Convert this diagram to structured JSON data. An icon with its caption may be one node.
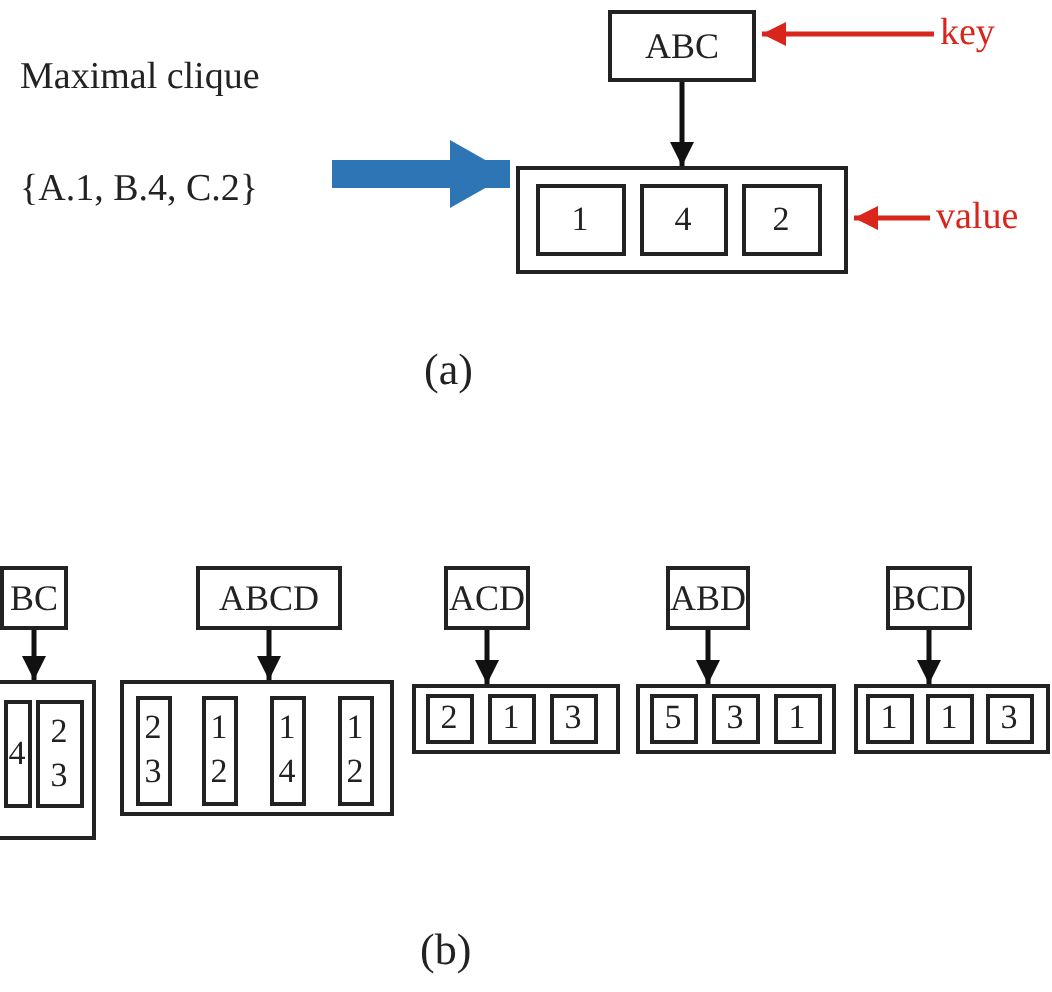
{
  "diagram": {
    "nodes": [
      {
        "text": [
          "Maximal clique",
          "{A.1, B.4, C.2}"
        ]
      },
      {
        "text": [
          "ABC"
        ]
      },
      {
        "text": [],
        "shape": "box"
      },
      {
        "text": [
          "1"
        ],
        "in": 2
      },
      {
        "text": [
          "4"
        ],
        "in": 2
      },
      {
        "text": [
          "2"
        ],
        "in": 2
      },
      {
        "text": [
          "key"
        ]
      },
      {
        "text": [
          "value"
        ]
      },
      {
        "text": [
          "BC"
        ]
      },
      {
        "text": [],
        "shape": "box"
      },
      {
        "text": [
          "4"
        ],
        "in": 9
      },
      {
        "text": [
          "2 3"
        ],
        "in": 9
      },
      {
        "text": [
          "ABCD"
        ]
      },
      {
        "text": [],
        "shape": "box"
      },
      {
        "text": [
          "2 3"
        ],
        "in": 13
      },
      {
        "text": [
          "1 2"
        ],
        "in": 13
      },
      {
        "text": [
          "1 4"
        ],
        "in": 13
      },
      {
        "text": [
          "1 2"
        ],
        "in": 13
      },
      {
        "text": [
          "ACD"
        ]
      },
      {
        "text": [],
        "shape": "box"
      },
      {
        "text": [
          "2"
        ],
        "in": 19
      },
      {
        "text": [
          "1"
        ],
        "in": 19
      },
      {
        "text": [
          "3"
        ],
        "in": 19
      },
      {
        "text": [
          "ABD"
        ]
      },
      {
        "text": [],
        "shape": "box"
      },
      {
        "text": [
          "5"
        ],
        "in": 24
      },
      {
        "text": [
          "3"
        ],
        "in": 24
      },
      {
        "text": [
          "1"
        ],
        "in": 24
      },
      {
        "text": [
          "BCD"
        ]
      },
      {
        "text": [],
        "shape": "box"
      },
      {
        "text": [
          "1"
        ],
        "in": 29
      },
      {
        "text": [
          "1"
        ],
        "in": 29
      },
      {
        "text": [
          "3"
        ],
        "in": 29
      }
    ],
    "edges": [
      {
        "from": 0,
        "to": 2,
        "arrow": "to",
        "style": "thick",
        "color": "#2e75b6"
      },
      {
        "from": 1,
        "to": 2,
        "arrow": "to"
      },
      {
        "from": 6,
        "to": 1,
        "arrow": "to",
        "color": "#d9261c"
      },
      {
        "from": 7,
        "to": 2,
        "arrow": "to",
        "color": "#d9261c"
      },
      {
        "from": 8,
        "to": 9,
        "arrow": "to"
      },
      {
        "from": 12,
        "to": 13,
        "arrow": "to"
      },
      {
        "from": 18,
        "to": 19,
        "arrow": "to"
      },
      {
        "from": 23,
        "to": 24,
        "arrow": "to"
      },
      {
        "from": 28,
        "to": 29,
        "arrow": "to"
      }
    ],
    "labels": [
      "(a)",
      "(b)"
    ]
  }
}
